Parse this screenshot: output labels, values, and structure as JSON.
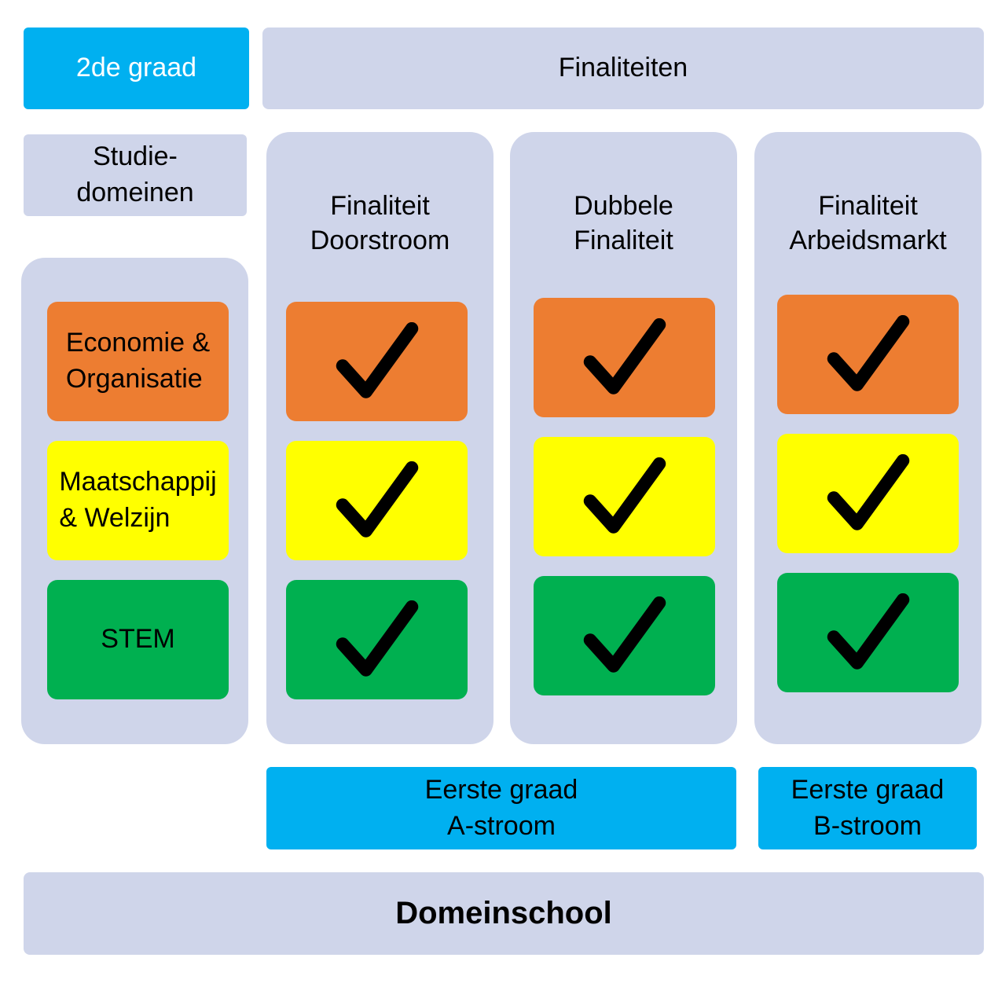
{
  "header": {
    "grade_label": "2de graad",
    "finaliteiten_label": "Finaliteiten"
  },
  "domains": {
    "title": "Studie-\ndomeinen",
    "items": [
      {
        "label": "Economie &\nOrganisatie",
        "color": "#ed7d31"
      },
      {
        "label": "Maatschappij\n& Welzijn",
        "color": "#ffff00"
      },
      {
        "label": "STEM",
        "color": "#00b050"
      }
    ]
  },
  "columns": [
    {
      "title": "Finaliteit\nDoorstroom",
      "checks": [
        true,
        true,
        true
      ]
    },
    {
      "title": "Dubbele\nFinaliteit",
      "checks": [
        true,
        true,
        true
      ]
    },
    {
      "title": "Finaliteit\nArbeidsmarkt",
      "checks": [
        true,
        true,
        true
      ]
    }
  ],
  "footer": {
    "a_stream": "Eerste graad\nA-stroom",
    "b_stream": "Eerste graad\nB-stroom",
    "school": "Domeinschool"
  },
  "colors": {
    "panel": "#cfd5ea",
    "accent_blue": "#00b0f0",
    "orange": "#ed7d31",
    "yellow": "#ffff00",
    "green": "#00b050"
  }
}
